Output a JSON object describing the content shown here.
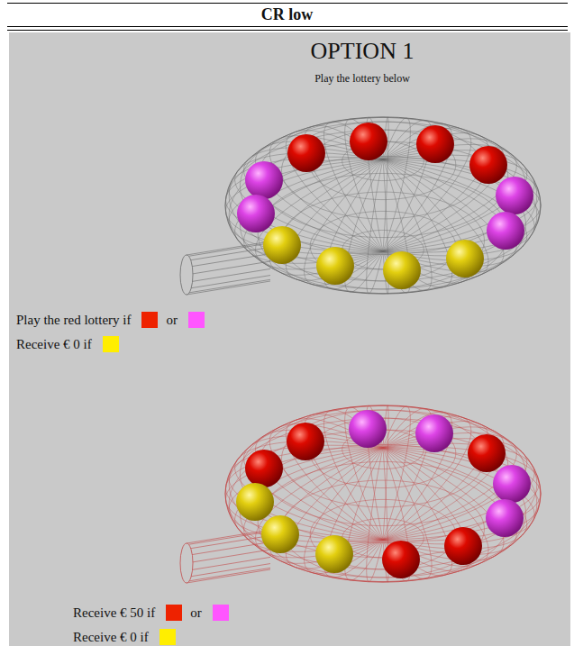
{
  "diagram": {
    "title": "CR low",
    "labels": [
      "OPTION 1",
      "Play the lottery below",
      "Play the red lottery if",
      "or",
      "Receive € 0 if",
      "Receive € 50 if",
      "or",
      "Receive € 0 if"
    ]
  }
}
